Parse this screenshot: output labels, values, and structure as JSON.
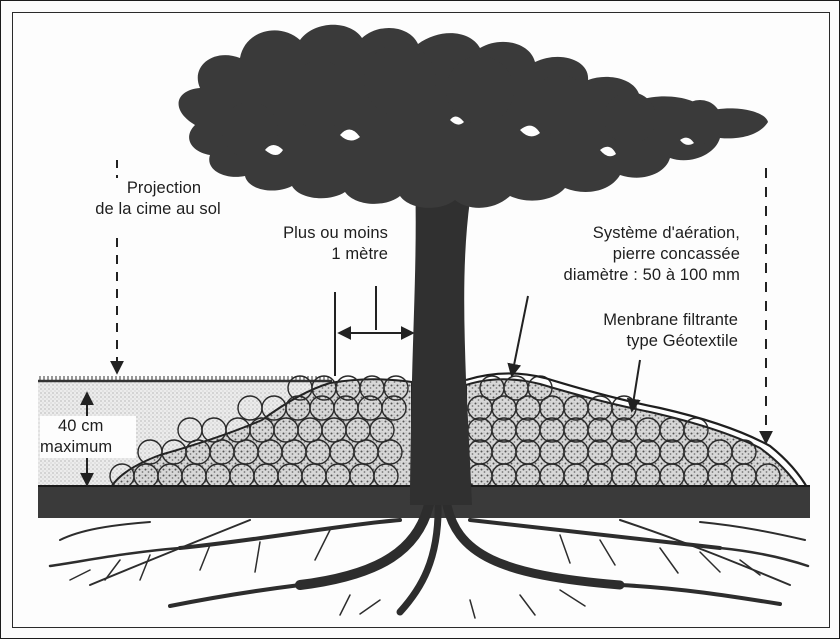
{
  "labels": {
    "projection_line1": "Projection",
    "projection_line2": "de la cime au sol",
    "distance_line1": "Plus ou moins",
    "distance_line2": "1 mètre",
    "aeration_line1": "Système d'aération,",
    "aeration_line2": "pierre concassée",
    "aeration_line3": "diamètre : 50 à 100 mm",
    "membrane_line1": "Menbrane filtrante",
    "membrane_line2": "type  Géotextile",
    "depth_line1": "40 cm",
    "depth_line2": "maximum"
  },
  "colors": {
    "ink": "#2b2b2b",
    "canopy": "#3a3a3a",
    "trunk": "#303030",
    "stone": "#c6c6c6",
    "fill_soil": "#e6e6e6",
    "paper": "#fdfdfd"
  }
}
